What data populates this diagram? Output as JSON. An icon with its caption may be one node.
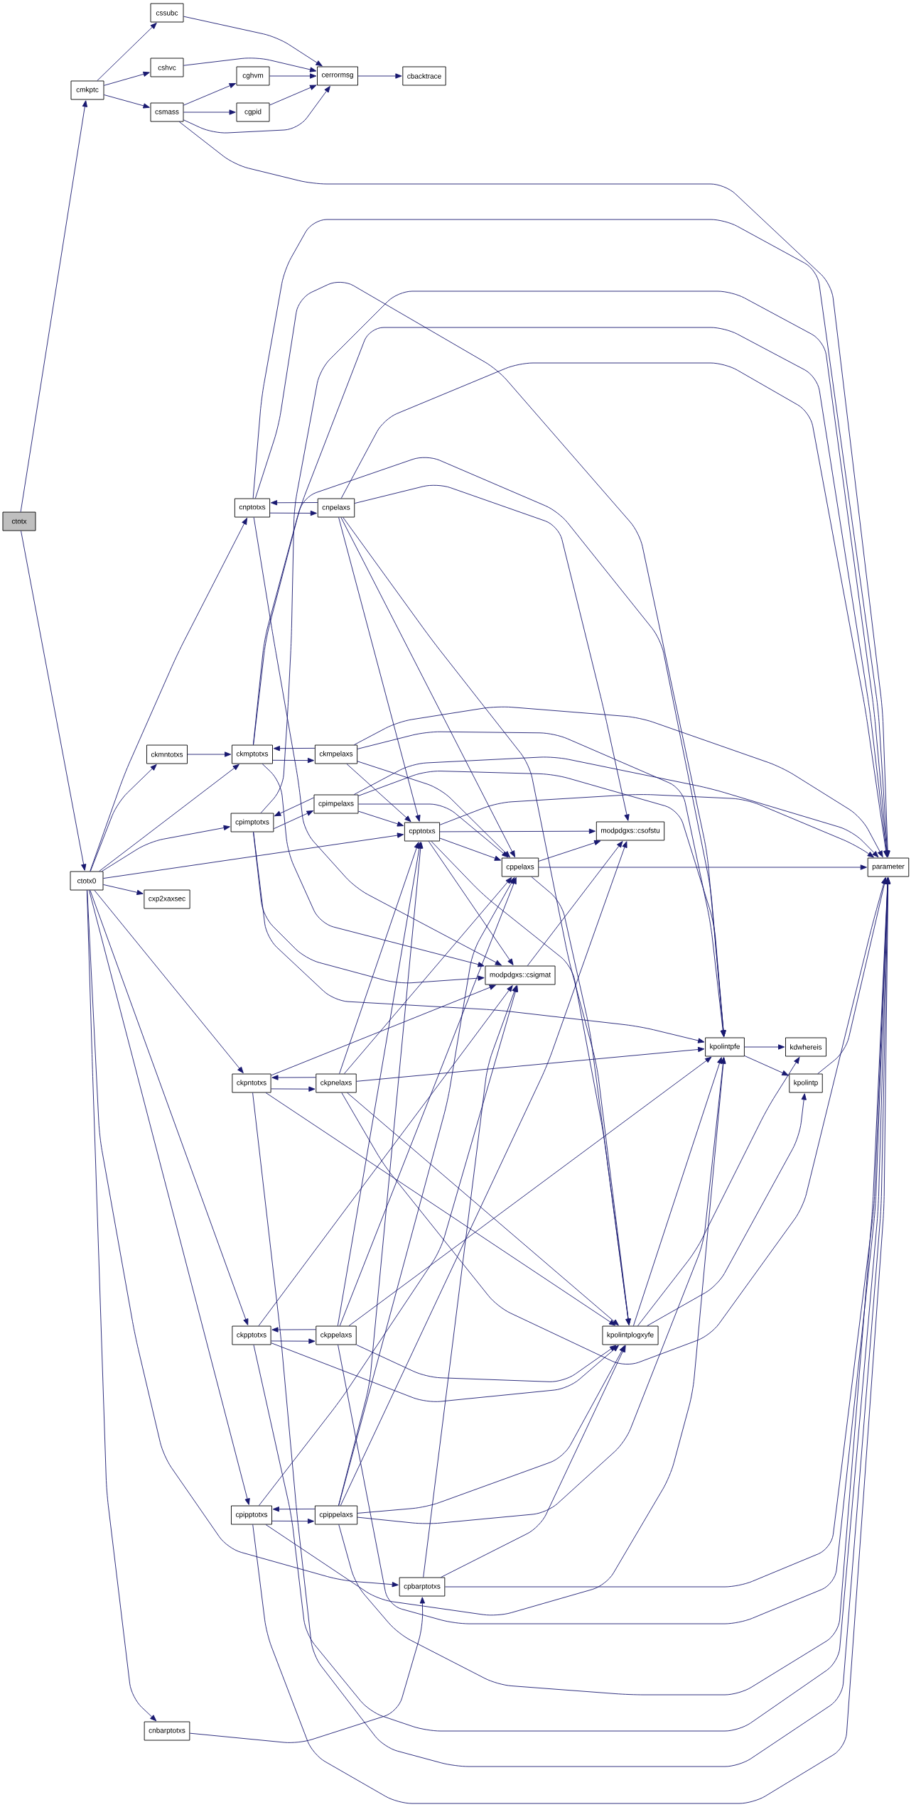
{
  "diagram": {
    "nodes": [
      {
        "text": [
          "ctotx"
        ]
      },
      {
        "text": [
          "cmkptc"
        ]
      },
      {
        "text": [
          "ctotx0"
        ]
      },
      {
        "text": [
          "cssubc"
        ]
      },
      {
        "text": [
          "cshvc"
        ]
      },
      {
        "text": [
          "csmass"
        ]
      },
      {
        "text": [
          "ckmntotxs"
        ]
      },
      {
        "text": [
          "cxp2xaxsec"
        ]
      },
      {
        "text": [
          "cnbarptotxs"
        ]
      },
      {
        "text": [
          "cghvm"
        ]
      },
      {
        "text": [
          "cgpid"
        ]
      },
      {
        "text": [
          "cnptotxs"
        ]
      },
      {
        "text": [
          "ckmptotxs"
        ]
      },
      {
        "text": [
          "cpimptotxs"
        ]
      },
      {
        "text": [
          "ckpntotxs"
        ]
      },
      {
        "text": [
          "ckpptotxs"
        ]
      },
      {
        "text": [
          "cpipptotxs"
        ]
      },
      {
        "text": [
          "cerrormsg"
        ]
      },
      {
        "text": [
          "cnpelaxs"
        ]
      },
      {
        "text": [
          "ckmpelaxs"
        ]
      },
      {
        "text": [
          "cpimpelaxs"
        ]
      },
      {
        "text": [
          "ckpnelaxs"
        ]
      },
      {
        "text": [
          "ckppelaxs"
        ]
      },
      {
        "text": [
          "cpippelaxs"
        ]
      },
      {
        "text": [
          "cbacktrace"
        ]
      },
      {
        "text": [
          "cpptotxs"
        ]
      },
      {
        "text": [
          "cpbarptotxs"
        ]
      },
      {
        "text": [
          "cppelaxs"
        ]
      },
      {
        "text": [
          "modpdgxs::csofstu"
        ]
      },
      {
        "text": [
          "modpdgxs::csigmat"
        ]
      },
      {
        "text": [
          "kpolintpfe"
        ]
      },
      {
        "text": [
          "kpolintplogxyfe"
        ]
      },
      {
        "text": [
          "kdwhereis"
        ]
      },
      {
        "text": [
          "kpolintp"
        ]
      },
      {
        "text": [
          "parameter"
        ]
      }
    ],
    "edges": [
      {
        "from": 0,
        "to": 1,
        "arrow": "to"
      },
      {
        "from": 0,
        "to": 2,
        "arrow": "to"
      },
      {
        "from": 1,
        "to": 3,
        "arrow": "to"
      },
      {
        "from": 1,
        "to": 4,
        "arrow": "to"
      },
      {
        "from": 1,
        "to": 5,
        "arrow": "to"
      },
      {
        "from": 3,
        "to": 17,
        "arrow": "to"
      },
      {
        "from": 4,
        "to": 17,
        "arrow": "to"
      },
      {
        "from": 5,
        "to": 9,
        "arrow": "to"
      },
      {
        "from": 5,
        "to": 10,
        "arrow": "to"
      },
      {
        "from": 5,
        "to": 17,
        "arrow": "to"
      },
      {
        "from": 5,
        "to": 34,
        "arrow": "to"
      },
      {
        "from": 9,
        "to": 17,
        "arrow": "to"
      },
      {
        "from": 10,
        "to": 17,
        "arrow": "to"
      },
      {
        "from": 17,
        "to": 24,
        "arrow": "to"
      },
      {
        "from": 2,
        "to": 11,
        "arrow": "to"
      },
      {
        "from": 2,
        "to": 6,
        "arrow": "to"
      },
      {
        "from": 2,
        "to": 12,
        "arrow": "to"
      },
      {
        "from": 2,
        "to": 13,
        "arrow": "to"
      },
      {
        "from": 2,
        "to": 25,
        "arrow": "to"
      },
      {
        "from": 2,
        "to": 7,
        "arrow": "to"
      },
      {
        "from": 2,
        "to": 14,
        "arrow": "to"
      },
      {
        "from": 2,
        "to": 15,
        "arrow": "to"
      },
      {
        "from": 2,
        "to": 16,
        "arrow": "to"
      },
      {
        "from": 2,
        "to": 26,
        "arrow": "to"
      },
      {
        "from": 2,
        "to": 8,
        "arrow": "to"
      },
      {
        "from": 6,
        "to": 12,
        "arrow": "to"
      },
      {
        "from": 11,
        "to": 18,
        "arrow": "to"
      },
      {
        "from": 18,
        "to": 11,
        "arrow": "to"
      },
      {
        "from": 12,
        "to": 19,
        "arrow": "to"
      },
      {
        "from": 19,
        "to": 12,
        "arrow": "to"
      },
      {
        "from": 13,
        "to": 20,
        "arrow": "to"
      },
      {
        "from": 20,
        "to": 13,
        "arrow": "to"
      },
      {
        "from": 14,
        "to": 21,
        "arrow": "to"
      },
      {
        "from": 21,
        "to": 14,
        "arrow": "to"
      },
      {
        "from": 15,
        "to": 22,
        "arrow": "to"
      },
      {
        "from": 22,
        "to": 15,
        "arrow": "to"
      },
      {
        "from": 16,
        "to": 23,
        "arrow": "to"
      },
      {
        "from": 23,
        "to": 16,
        "arrow": "to"
      },
      {
        "from": 11,
        "to": 34,
        "arrow": "to"
      },
      {
        "from": 11,
        "to": 29,
        "arrow": "to"
      },
      {
        "from": 11,
        "to": 30,
        "arrow": "to"
      },
      {
        "from": 12,
        "to": 34,
        "arrow": "to"
      },
      {
        "from": 12,
        "to": 29,
        "arrow": "to"
      },
      {
        "from": 12,
        "to": 30,
        "arrow": "to"
      },
      {
        "from": 13,
        "to": 34,
        "arrow": "to"
      },
      {
        "from": 13,
        "to": 29,
        "arrow": "to"
      },
      {
        "from": 13,
        "to": 30,
        "arrow": "to"
      },
      {
        "from": 18,
        "to": 25,
        "arrow": "to"
      },
      {
        "from": 18,
        "to": 27,
        "arrow": "to"
      },
      {
        "from": 18,
        "to": 28,
        "arrow": "to"
      },
      {
        "from": 18,
        "to": 31,
        "arrow": "to"
      },
      {
        "from": 18,
        "to": 34,
        "arrow": "to"
      },
      {
        "from": 19,
        "to": 25,
        "arrow": "to"
      },
      {
        "from": 19,
        "to": 27,
        "arrow": "to"
      },
      {
        "from": 19,
        "to": 30,
        "arrow": "to"
      },
      {
        "from": 19,
        "to": 34,
        "arrow": "to"
      },
      {
        "from": 20,
        "to": 25,
        "arrow": "to"
      },
      {
        "from": 20,
        "to": 27,
        "arrow": "to"
      },
      {
        "from": 20,
        "to": 30,
        "arrow": "to"
      },
      {
        "from": 20,
        "to": 34,
        "arrow": "to"
      },
      {
        "from": 25,
        "to": 27,
        "arrow": "to"
      },
      {
        "from": 25,
        "to": 28,
        "arrow": "to"
      },
      {
        "from": 25,
        "to": 29,
        "arrow": "to"
      },
      {
        "from": 25,
        "to": 31,
        "arrow": "to"
      },
      {
        "from": 25,
        "to": 34,
        "arrow": "to"
      },
      {
        "from": 27,
        "to": 28,
        "arrow": "to"
      },
      {
        "from": 27,
        "to": 34,
        "arrow": "to"
      },
      {
        "from": 27,
        "to": 31,
        "arrow": "to"
      },
      {
        "from": 29,
        "to": 28,
        "arrow": "to"
      },
      {
        "from": 14,
        "to": 29,
        "arrow": "to"
      },
      {
        "from": 14,
        "to": 31,
        "arrow": "to"
      },
      {
        "from": 14,
        "to": 34,
        "arrow": "to"
      },
      {
        "from": 21,
        "to": 25,
        "arrow": "to"
      },
      {
        "from": 21,
        "to": 27,
        "arrow": "to"
      },
      {
        "from": 21,
        "to": 30,
        "arrow": "to"
      },
      {
        "from": 21,
        "to": 31,
        "arrow": "to"
      },
      {
        "from": 21,
        "to": 34,
        "arrow": "to"
      },
      {
        "from": 15,
        "to": 29,
        "arrow": "to"
      },
      {
        "from": 15,
        "to": 31,
        "arrow": "to"
      },
      {
        "from": 15,
        "to": 34,
        "arrow": "to"
      },
      {
        "from": 22,
        "to": 25,
        "arrow": "to"
      },
      {
        "from": 22,
        "to": 27,
        "arrow": "to"
      },
      {
        "from": 22,
        "to": 30,
        "arrow": "to"
      },
      {
        "from": 22,
        "to": 31,
        "arrow": "to"
      },
      {
        "from": 22,
        "to": 34,
        "arrow": "to"
      },
      {
        "from": 16,
        "to": 29,
        "arrow": "to"
      },
      {
        "from": 16,
        "to": 30,
        "arrow": "to"
      },
      {
        "from": 16,
        "to": 34,
        "arrow": "to"
      },
      {
        "from": 23,
        "to": 25,
        "arrow": "to"
      },
      {
        "from": 23,
        "to": 27,
        "arrow": "to"
      },
      {
        "from": 23,
        "to": 30,
        "arrow": "to"
      },
      {
        "from": 23,
        "to": 31,
        "arrow": "to"
      },
      {
        "from": 23,
        "to": 34,
        "arrow": "to"
      },
      {
        "from": 23,
        "to": 28,
        "arrow": "to"
      },
      {
        "from": 26,
        "to": 29,
        "arrow": "to"
      },
      {
        "from": 26,
        "to": 31,
        "arrow": "to"
      },
      {
        "from": 26,
        "to": 34,
        "arrow": "to"
      },
      {
        "from": 8,
        "to": 26,
        "arrow": "to"
      },
      {
        "from": 30,
        "to": 32,
        "arrow": "to"
      },
      {
        "from": 30,
        "to": 33,
        "arrow": "to"
      },
      {
        "from": 31,
        "to": 30,
        "arrow": "to"
      },
      {
        "from": 31,
        "to": 32,
        "arrow": "to"
      },
      {
        "from": 31,
        "to": 33,
        "arrow": "to"
      },
      {
        "from": 33,
        "to": 34,
        "arrow": "to"
      }
    ]
  }
}
